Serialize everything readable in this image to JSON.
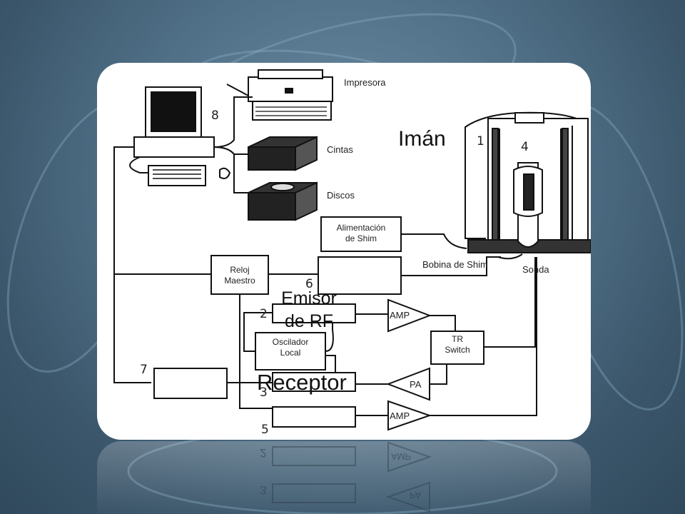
{
  "diagram": {
    "components": {
      "impresora": "Impresora",
      "cintas": "Cintas",
      "discos": "Discos",
      "alimentacion_line1": "Alimentación",
      "alimentacion_line2": "de Shim",
      "bobina": "Bobina de Shim",
      "sonda": "Sonda",
      "reloj_line1": "Reloj",
      "reloj_line2": "Maestro",
      "oscilador_line1": "Oscilador",
      "oscilador_line2": "Local",
      "tr_line1": "TR",
      "tr_line2": "Switch",
      "amp_top": "AMP",
      "amp_bottom": "AMP",
      "pa": "PA"
    },
    "numbers": {
      "n1": "1",
      "n2": "2",
      "n3": "3",
      "n4": "4",
      "n5": "5",
      "n6": "6",
      "n7": "7",
      "n8": "8"
    },
    "overlay_labels": {
      "iman": "Imán",
      "emisor_line1": "Emisor",
      "emisor_line2": "de RF",
      "receptor": "Receptor"
    },
    "reflection": {
      "n2": "2",
      "n3": "3",
      "amp": "AMP",
      "pa": "PA"
    }
  },
  "colors": {
    "background": "#4f6f86",
    "card": "#ffffff",
    "line": "#111111"
  }
}
